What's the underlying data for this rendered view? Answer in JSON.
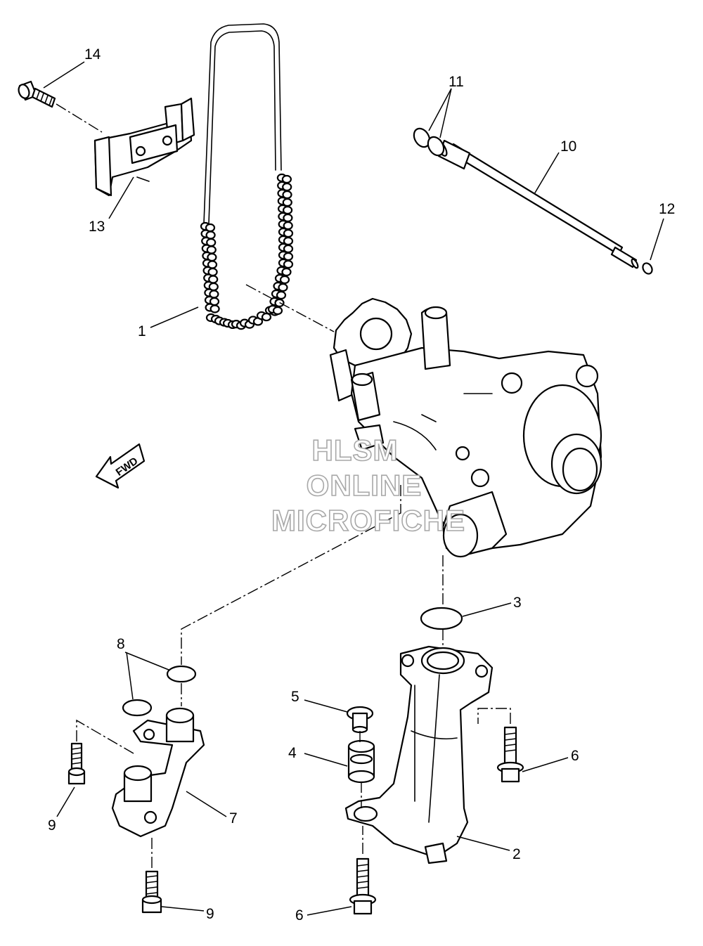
{
  "watermark": {
    "line1": "HLSM",
    "line2": "ONLINE",
    "line3": "MICROFICHE"
  },
  "direction_arrow": "FWD",
  "callouts": [
    {
      "id": "c1",
      "label": "1"
    },
    {
      "id": "c2",
      "label": "2"
    },
    {
      "id": "c3",
      "label": "3"
    },
    {
      "id": "c4",
      "label": "4"
    },
    {
      "id": "c5",
      "label": "5"
    },
    {
      "id": "c6a",
      "label": "6"
    },
    {
      "id": "c6b",
      "label": "6"
    },
    {
      "id": "c7",
      "label": "7"
    },
    {
      "id": "c8",
      "label": "8"
    },
    {
      "id": "c9a",
      "label": "9"
    },
    {
      "id": "c9b",
      "label": "9"
    },
    {
      "id": "c10",
      "label": "10"
    },
    {
      "id": "c11",
      "label": "11"
    },
    {
      "id": "c12",
      "label": "12"
    },
    {
      "id": "c13",
      "label": "13"
    },
    {
      "id": "c14",
      "label": "14"
    }
  ],
  "colors": {
    "line": "#000000",
    "background": "#ffffff",
    "watermark": "#a8a8a8"
  }
}
